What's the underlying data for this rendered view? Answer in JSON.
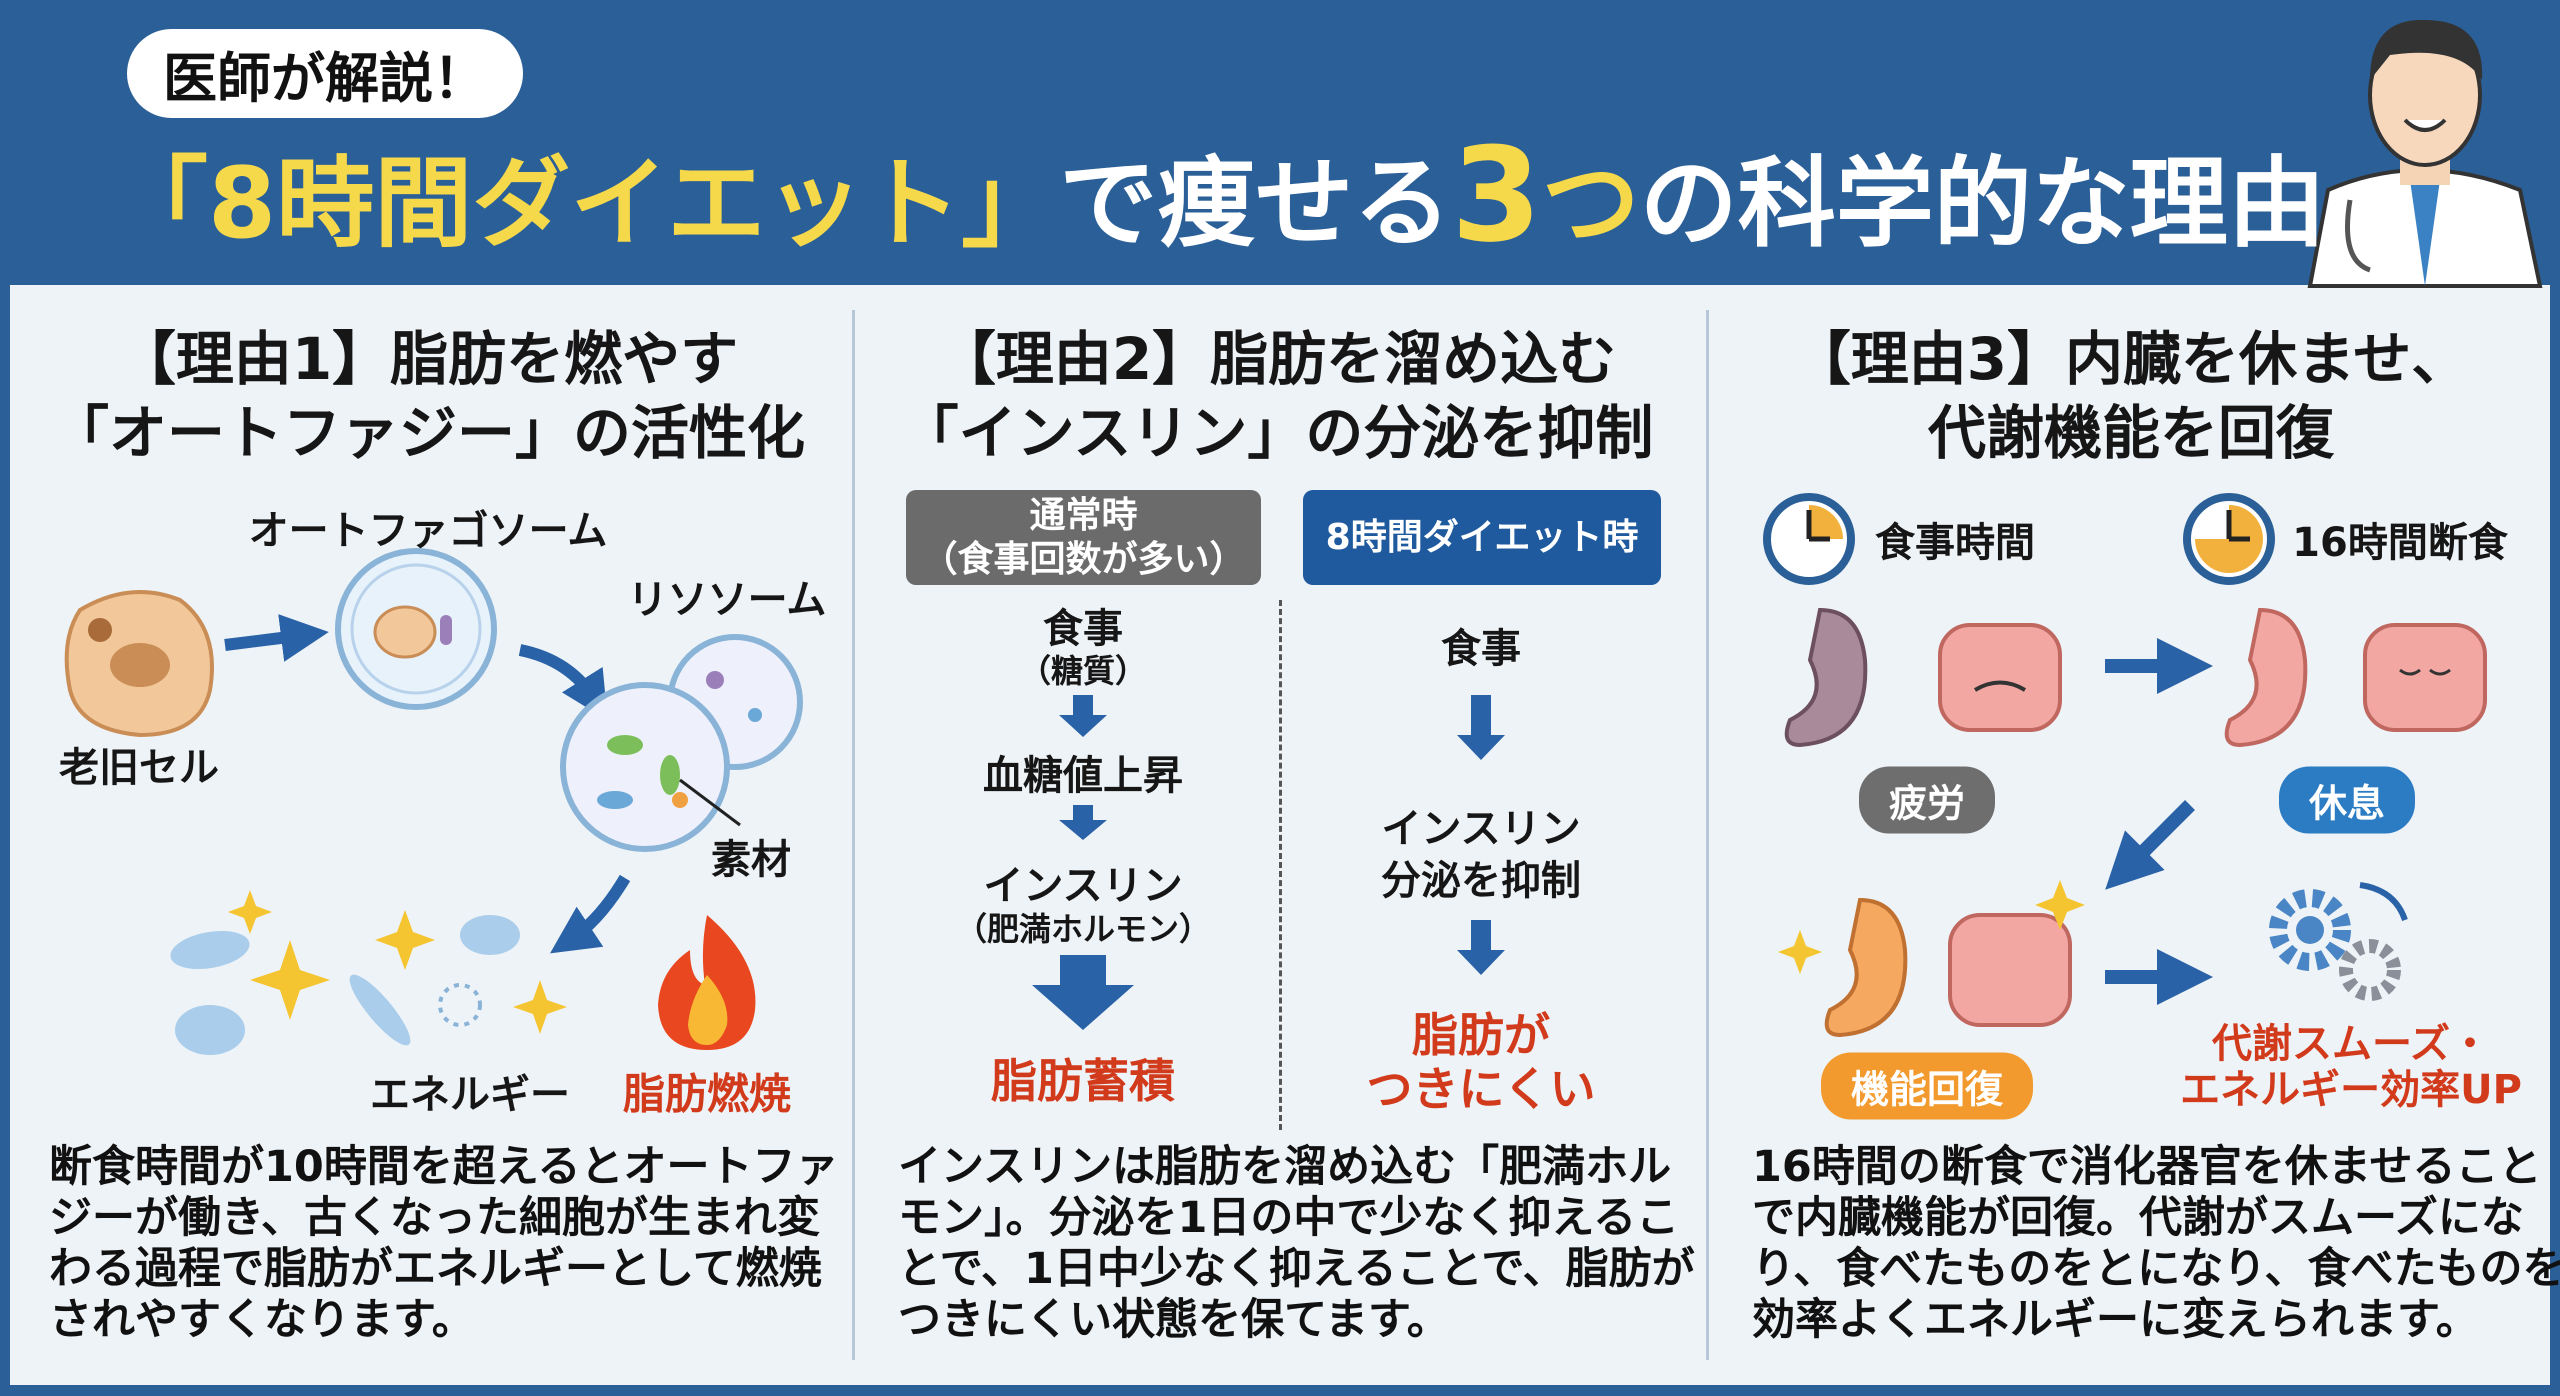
{
  "header": {
    "badge": "医師が解説！",
    "title_parts": [
      "「8時間ダイエット」",
      "で痩せる",
      "3",
      "つ",
      "の科学的な理由"
    ]
  },
  "colors": {
    "header": "#2b5f97",
    "yellow": "#f6d94a",
    "red": "#d23a1c",
    "blue_box": "#1f5a9e",
    "gray_box": "#6b6b6b",
    "orange": "#f29a2e"
  },
  "reason1": {
    "heading": [
      "【理由1】脂肪を燃やす",
      "「オートファジー」の活性化"
    ],
    "labels": {
      "autophagosome": "オートファゴソーム",
      "lysosome": "リソソーム",
      "old_cell": "老旧セル",
      "material": "素材",
      "energy": "エネルギー",
      "fat_burn": "脂肪燃焼"
    },
    "body": [
      "断食時間が10時間を超えるとオートファ",
      "ジーが働き、古くなった細胞が生まれ変",
      "わる過程で脂肪がエネルギーとして燃焼",
      "されやすくなります。"
    ]
  },
  "reason2": {
    "heading": [
      "【理由2】脂肪を溜め込む",
      "「インスリン」の分泌を抑制"
    ],
    "normal_box": [
      "通常時",
      "（食事回数が多い）"
    ],
    "diet_box": "8時間ダイエット時",
    "left_flow": {
      "meal": "食事",
      "meal_sub": "（糖質）",
      "blood_sugar": "血糖値上昇",
      "insulin": "インスリン",
      "insulin_sub": "（肥満ホルモン）",
      "result": "脂肪蓄積"
    },
    "right_flow": {
      "meal": "食事",
      "insulin": [
        "インスリン",
        "分泌を抑制"
      ],
      "result": [
        "脂肪が",
        "つきにくい"
      ]
    },
    "body": [
      "インスリンは脂肪を溜め込む「肥満ホル",
      "モン」。分泌を1日の中で少なく抑えるこ",
      "とで、1日中少なく抑えることで、脂肪が",
      "つきにくい状態を保てます。"
    ]
  },
  "reason3": {
    "heading": [
      "【理由3】内臓を休ませ、",
      "代謝機能を回復"
    ],
    "meal_time": "食事時間",
    "fasting": "16時間断食",
    "tired": "疲労",
    "rest": "休息",
    "recovery": "機能回復",
    "result": [
      "代謝スムーズ・",
      "エネルギー効率UP"
    ],
    "body": [
      "16時間の断食で消化器官を休ませること",
      "で内臓機能が回復。代謝がスムーズにな",
      "り、食べたものをとになり、食べたものを",
      "効率よくエネルギーに変えられます。"
    ]
  }
}
